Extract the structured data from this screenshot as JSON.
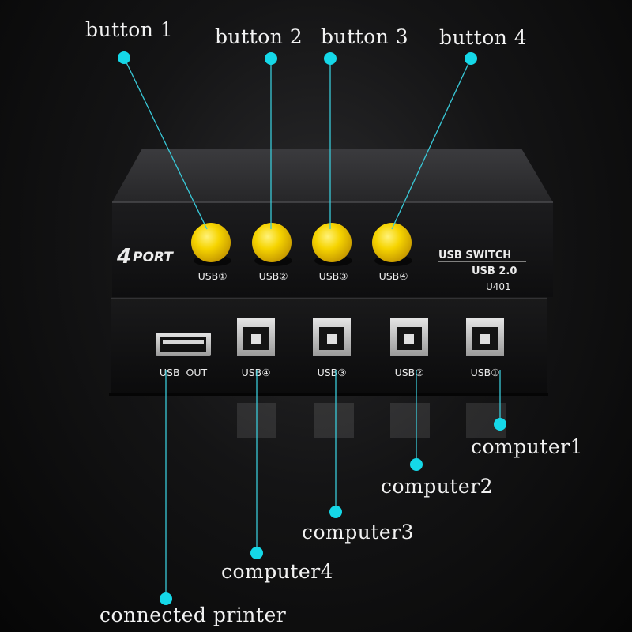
{
  "callouts": {
    "button_1": "button 1",
    "button_2": "button 2",
    "button_3": "button 3",
    "button_4": "button 4",
    "computer_1": "computer1",
    "computer_2": "computer2",
    "computer_3": "computer3",
    "computer_4": "computer4",
    "printer": "connected printer"
  },
  "device": {
    "brand_number": "4",
    "brand_word": "PORT",
    "title": "USB SWITCH",
    "subtitle": "USB 2.0",
    "model": "U401",
    "button_labels": [
      "USB①",
      "USB②",
      "USB③",
      "USB④"
    ],
    "port_labels": [
      "USB  OUT",
      "USB④",
      "USB③",
      "USB②",
      "USB①"
    ]
  },
  "colors": {
    "callout_line": "#39c9d8",
    "callout_dot": "#15d8e8",
    "button_yellow": "#f4d000",
    "device_body": "#141416"
  }
}
